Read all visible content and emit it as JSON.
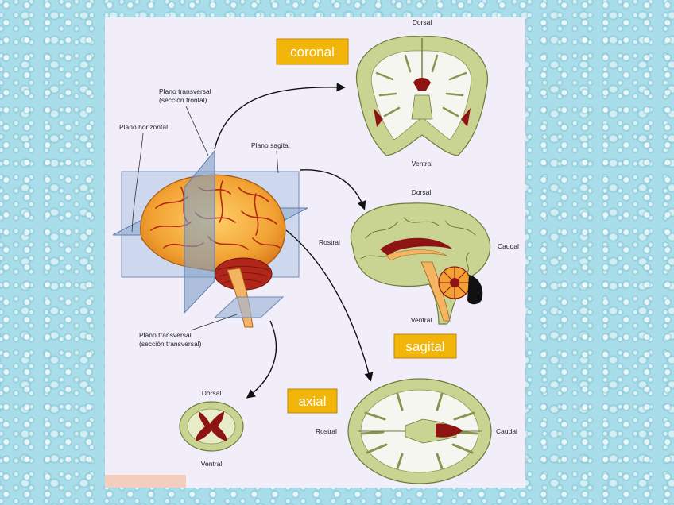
{
  "tags": {
    "coronal": "coronal",
    "sagital": "sagital",
    "axial": "axial"
  },
  "planes": {
    "horizontal": "Plano horizontal",
    "transversal_frontal_1": "Plano transversal",
    "transversal_frontal_2": "(sección frontal)",
    "sagital": "Plano sagital",
    "transversal_1": "Plano transversal",
    "transversal_2": "(sección transversal)"
  },
  "orientation": {
    "coronal_top": "Dorsal",
    "coronal_bottom": "Ventral",
    "sagital_top": "Dorsal",
    "sagital_bottom": "Ventral",
    "sagital_left": "Rostral",
    "sagital_right": "Caudal",
    "axial_left": "Rostral",
    "axial_right": "Caudal",
    "spinal_top": "Dorsal",
    "spinal_bottom": "Ventral"
  },
  "colors": {
    "tag_bg": "#f2b50a",
    "tag_border": "#b8860b",
    "brain_orange": "#f0a93a",
    "gray_matter": "#c9d493",
    "white_matter": "#f5f6ef",
    "dark_red": "#8e1414",
    "plane_blue": "#7f9fc7"
  }
}
